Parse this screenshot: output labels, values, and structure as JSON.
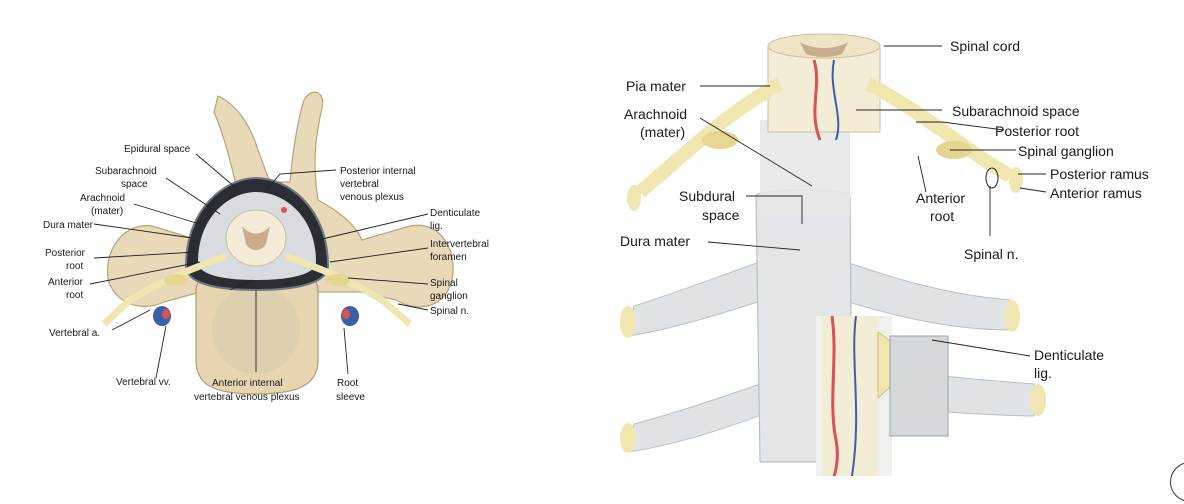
{
  "left_figure": {
    "labels": {
      "epidural_space": "Epidural space",
      "subarachnoid_space_1": "Subarachnoid",
      "subarachnoid_space_2": "space",
      "arachnoid_1": "Arachnoid",
      "arachnoid_2": "(mater)",
      "dura_mater": "Dura mater",
      "posterior_root_1": "Posterior",
      "posterior_root_2": "root",
      "anterior_root_1": "Anterior",
      "anterior_root_2": "root",
      "vertebral_a": "Vertebral a.",
      "vertebral_vv": "Vertebral vv.",
      "anterior_internal_1": "Anterior internal",
      "anterior_internal_2": "vertebral venous plexus",
      "root_sleeve_1": "Root",
      "root_sleeve_2": "sleeve",
      "posterior_internal_1": "Posterior internal",
      "posterior_internal_2": "vertebral",
      "posterior_internal_3": "venous plexus",
      "denticulate_1": "Denticulate",
      "denticulate_2": "lig.",
      "intervertebral_1": "Intervertebral",
      "intervertebral_2": "foramen",
      "spinal_ganglion_1": "Spinal",
      "spinal_ganglion_2": "ganglion",
      "spinal_n": "Spinal n."
    }
  },
  "right_figure": {
    "labels": {
      "spinal_cord": "Spinal cord",
      "pia_mater": "Pia mater",
      "arachnoid_1": "Arachnoid",
      "arachnoid_2": "(mater)",
      "subarachnoid_space": "Subarachnoid space",
      "posterior_root": "Posterior root",
      "spinal_ganglion": "Spinal ganglion",
      "posterior_ramus": "Posterior ramus",
      "anterior_ramus": "Anterior ramus",
      "subdural_1": "Subdural",
      "subdural_2": "space",
      "anterior_root_1": "Anterior",
      "anterior_root_2": "root",
      "dura_mater": "Dura mater",
      "spinal_n": "Spinal n.",
      "denticulate_1": "Denticulate",
      "denticulate_2": "lig."
    }
  },
  "colors": {
    "bone": "#e8d9b8",
    "bone_shade": "#c9b48d",
    "nerve": "#efe6b0",
    "nerve_dark": "#cdbf7a",
    "dura": "#dfe3e5",
    "dura_shade": "#b9c0c4",
    "cord": "#f3ecd6",
    "grey_matter": "#c9ab8e",
    "artery": "#d9534f",
    "vein": "#3b5fa8"
  }
}
